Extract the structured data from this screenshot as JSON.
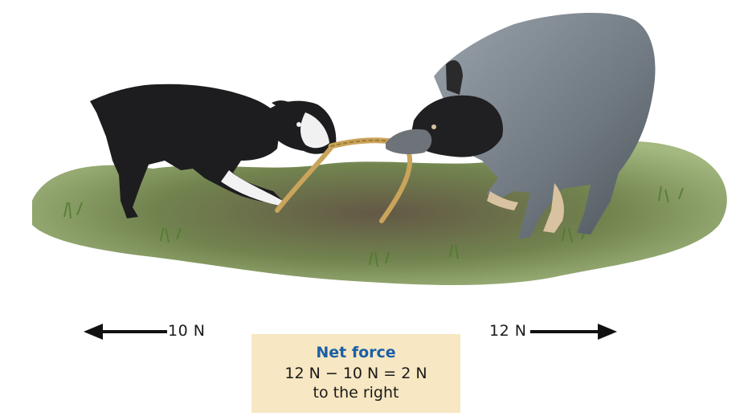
{
  "forces": {
    "left": {
      "label": "10 N",
      "direction": "left"
    },
    "right": {
      "label": "12 N",
      "direction": "right"
    }
  },
  "net_force": {
    "title": "Net force",
    "equation": "12 N − 10 N = 2 N",
    "direction_text": "to the right"
  },
  "colors": {
    "net_title": "#1b5fa8",
    "net_box_bg": "#f7e7c2",
    "arrow": "#111111",
    "grass": "#6f8f45",
    "soil": "#6b5a44",
    "rope": "#c9a45a",
    "left_dog": "#1d1d1f",
    "right_dog": "#7c8690"
  }
}
